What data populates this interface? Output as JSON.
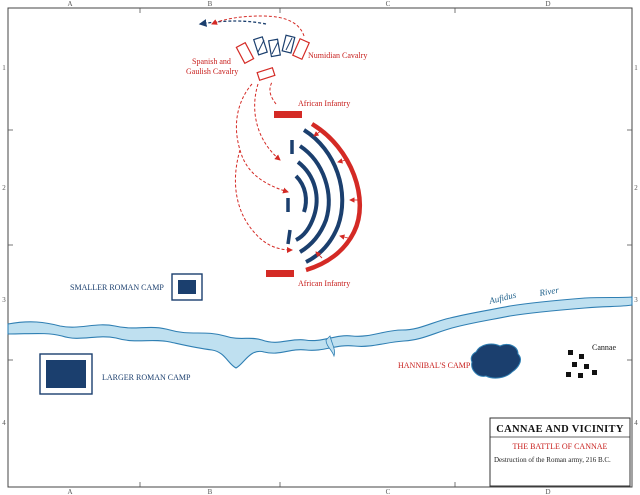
{
  "grid": {
    "columns": [
      "A",
      "B",
      "C",
      "D"
    ],
    "rows": [
      "1",
      "2",
      "3",
      "4"
    ]
  },
  "labels": {
    "spanish_gaulish_cavalry": [
      "Spanish and",
      "Gaulish Cavalry"
    ],
    "numidian_cavalry": "Numidian Cavalry",
    "african_infantry_top": "African Infantry",
    "african_infantry_bottom": "African Infantry",
    "smaller_roman_camp": "SMALLER ROMAN CAMP",
    "larger_roman_camp": "LARGER ROMAN CAMP",
    "hannibals_camp": "HANNIBAL'S CAMP",
    "cannae": "Cannae",
    "river": [
      "Aufidus",
      "River"
    ]
  },
  "title_block": {
    "title": "CANNAE AND VICINITY",
    "subtitle": "THE BATTLE OF CANNAE",
    "caption": "Destruction of the Roman army, 216 B.C."
  },
  "colors": {
    "carthaginian": "#d42a25",
    "roman": "#1b3f6e",
    "river_fill": "#bfe0f0",
    "river_edge": "#2f7fb3",
    "frame": "#444444"
  }
}
